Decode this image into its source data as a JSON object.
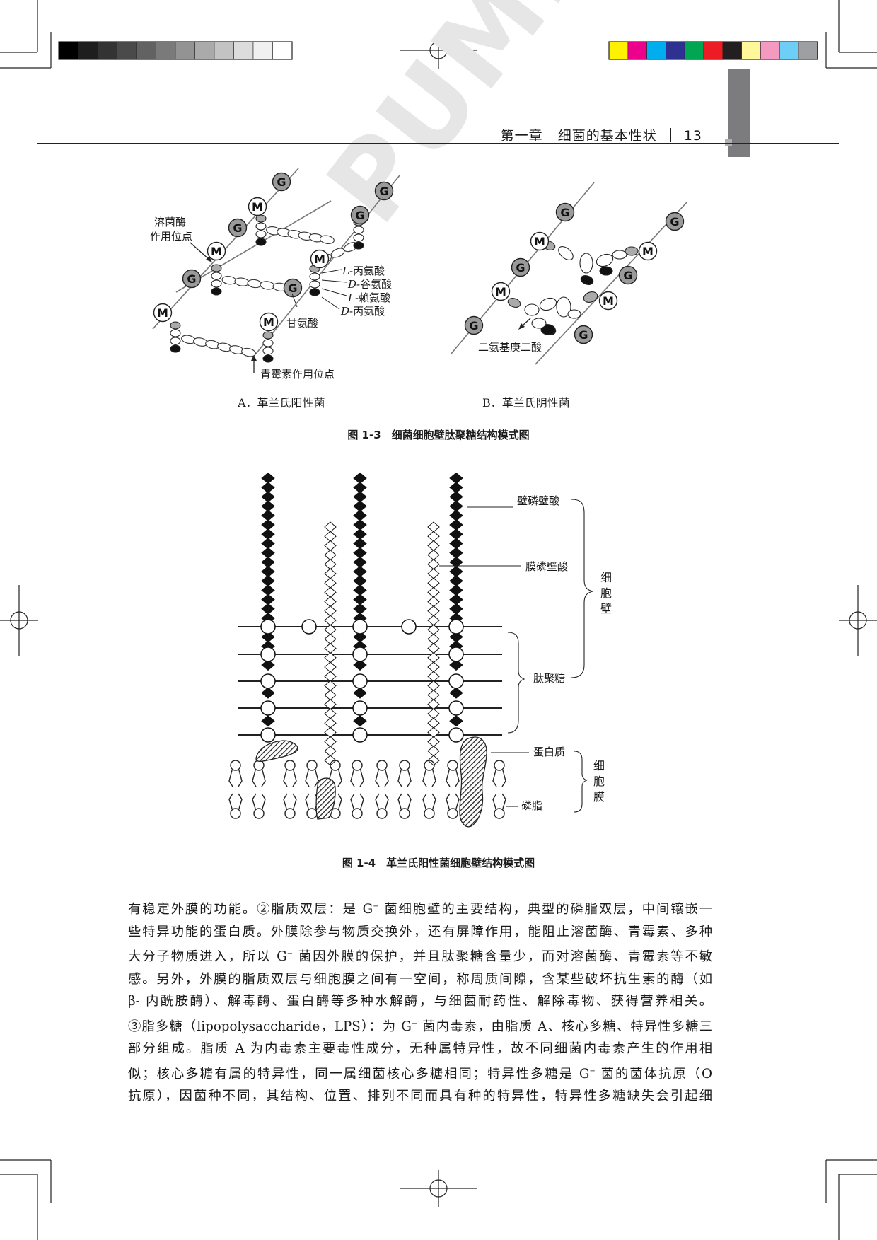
{
  "header": {
    "chapter": "第一章",
    "chapter_title": "细菌的基本性状",
    "page_number": "13"
  },
  "watermark": "PUMP",
  "colors": {
    "gray_bar": [
      "#000000",
      "#1e1e1e",
      "#333333",
      "#4a4a4a",
      "#626262",
      "#7a7a7a",
      "#939393",
      "#aaaaaa",
      "#c3c3c3",
      "#dcdcdc",
      "#f0f0f0",
      "#ffffff"
    ],
    "color_bar": [
      "#fff200",
      "#ec008c",
      "#00aeef",
      "#2e3192",
      "#00a651",
      "#ed1c24",
      "#231f20",
      "#fff799",
      "#f49ac1",
      "#6dcff6",
      "#9d9fa2"
    ]
  },
  "fig3": {
    "caption": "图 1-3　细菌细胞壁肽聚糖结构模式图",
    "sub_a": "A．革兰氏阳性菌",
    "sub_b": "B．革兰氏阴性菌",
    "letter_g": "G",
    "letter_m": "M",
    "lysozyme_1": "溶菌酶",
    "lysozyme_2": "作用位点",
    "penicillin": "青霉素作用位点",
    "glycine": "甘氨酸",
    "aa_italic": [
      "L",
      "D",
      "L",
      "D"
    ],
    "aa_names": [
      "-丙氨酸",
      "-谷氨酸",
      "-赖氨酸",
      "-丙氨酸"
    ],
    "dap": "二氨基庚二酸"
  },
  "fig4": {
    "caption": "图 1-4　革兰氏阳性菌细胞壁结构模式图",
    "teichoic": "壁磷壁酸",
    "lipoteichoic": "膜磷壁酸",
    "peptidoglycan": "肽聚糖",
    "protein": "蛋白质",
    "phospholipid": "磷脂",
    "cell_wall": [
      "细",
      "胞",
      "壁"
    ],
    "cell_membrane": [
      "细",
      "胞",
      "膜"
    ]
  },
  "body": {
    "p1": "有稳定外膜的功能。②脂质双层：是 G",
    "p1b": " 菌细胞壁的主要结构，典型的磷脂双层，中间镶嵌一",
    "p2": "些特异功能的蛋白质。外膜除参与物质交换外，还有屏障作用，能阻止溶菌酶、青霉素、多种",
    "p3": "大分子物质进入，所以 G",
    "p3b": " 菌因外膜的保护，并且肽聚糖含量少，而对溶菌酶、青霉素等不敏",
    "p4": "感。另外，外膜的脂质双层与细胞膜之间有一空间，称周质间隙，含某些破坏抗生素的酶（如",
    "p5": "β- 内酰胺酶）、解毒酶、蛋白酶等多种水解酶，与细菌耐药性、解除毒物、获得营养相关。",
    "p6": "③脂多糖（lipopolysaccharide，LPS）：为 G",
    "p6b": " 菌内毒素，由脂质 A、核心多糖、特异性多糖三",
    "p7": "部分组成。脂质 A 为内毒素主要毒性成分，无种属特异性，故不同细菌内毒素产生的作用相",
    "p8": "似；核心多糖有属的特异性，同一属细菌核心多糖相同；特异性多糖是 G",
    "p8b": " 菌的菌体抗原（O",
    "p9": "抗原），因菌种不同，其结构、位置、排列不同而具有种的特异性，特异性多糖缺失会引起细",
    "minus": "−"
  }
}
